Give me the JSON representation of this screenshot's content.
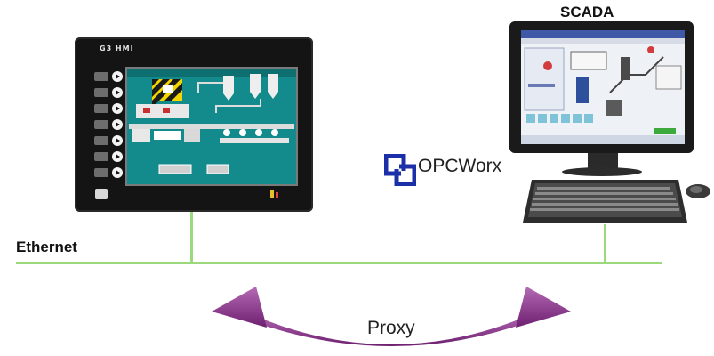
{
  "labels": {
    "scada": "SCADA",
    "ethernet": "Ethernet",
    "opcworx": "OPCWorx",
    "proxy": "Proxy",
    "hmi_brand": "G3 HMI"
  },
  "colors": {
    "network": "#9bd97c",
    "arrow": "#8e2d8f",
    "hmi_screen": "#138a8c",
    "opc_icon": "#1b2fa8"
  },
  "icons": {
    "opc": "opcworx-logo-icon",
    "arrow": "bidirectional-arrow-icon"
  }
}
